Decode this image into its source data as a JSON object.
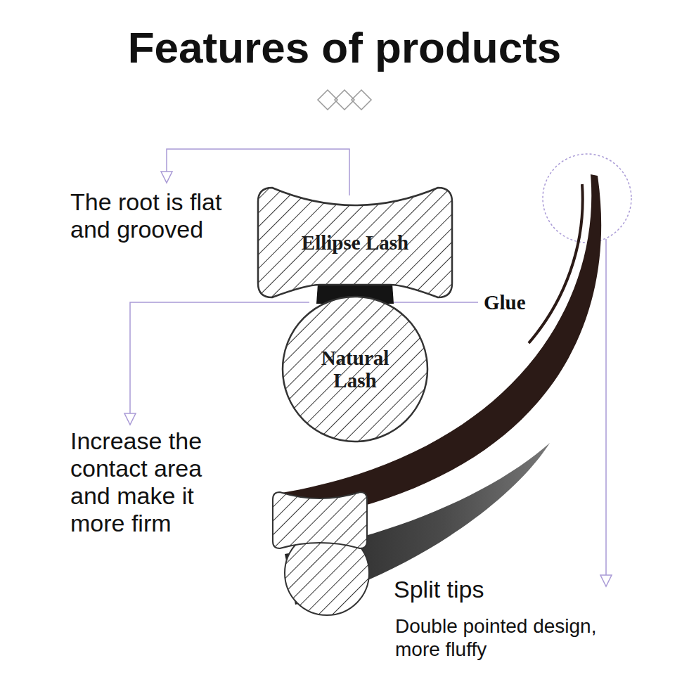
{
  "diagram": {
    "title": "Features of products",
    "nodes": [
      {
        "text": [
          "Ellipse Lash"
        ]
      },
      {
        "text": [
          "Natural Lash"
        ]
      }
    ],
    "labels": [
      "The root is flat and grooved",
      "Glue",
      "Increase the contact area and make it more firm",
      "Split tips",
      "Double pointed design, more fluffy"
    ]
  }
}
